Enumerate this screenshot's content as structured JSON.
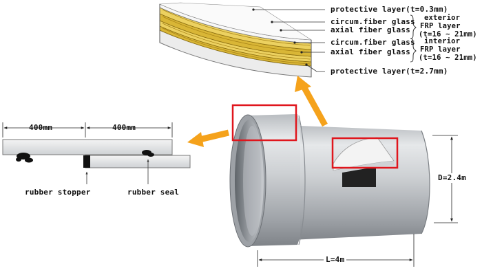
{
  "layers": {
    "outer_protective": "protective layer(t=0.3mm)",
    "ext_circum": "circum.fiber glass",
    "ext_axial": "axial fiber glass",
    "exterior_group": [
      "exterior",
      "FRP layer",
      "(t=16 ~ 21mm)"
    ],
    "int_circum": "circum.fiber glass",
    "int_axial": "axial fiber glass",
    "interior_group": [
      "interior",
      "FRP layer",
      "(t=16 ~ 21mm)"
    ],
    "inner_protective": "protective layer(t=2.7mm)"
  },
  "joint": {
    "dim_left": "400mm",
    "dim_right": "400mm",
    "rubber_stopper": "rubber stopper",
    "rubber_seal": "rubber seal"
  },
  "pipe": {
    "diameter": "D=2.4m",
    "length": "L=4m"
  },
  "colors": {
    "arrow": "#f5a21b",
    "highlight": "#e0161d",
    "fiber": "#e7c53c",
    "pipe": "#c9cccf"
  }
}
